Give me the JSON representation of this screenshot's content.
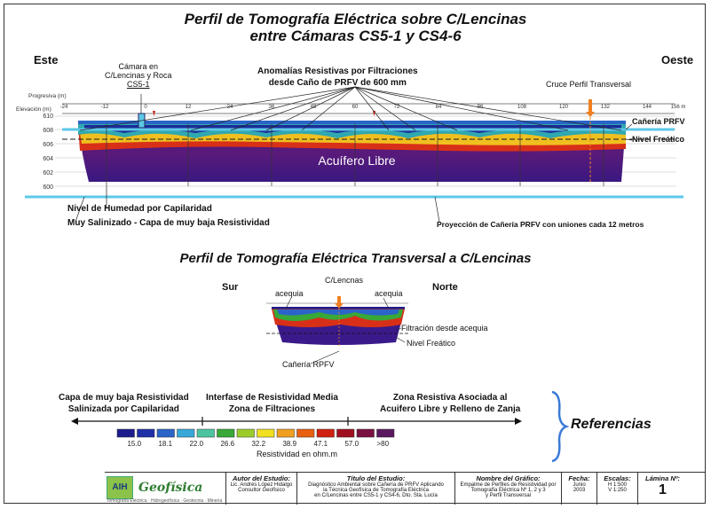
{
  "title": {
    "line1": "Perfil de Tomografía Eléctrica sobre C/Lencinas",
    "line2": "entre Cámaras CS5-1 y CS4-6"
  },
  "profile1": {
    "left_dir": "Este",
    "right_dir": "Oeste",
    "progressive_label": "Progresiva (m)",
    "elevation_label": "Elevación (m)",
    "progressive_ticks": [
      "-24",
      "-12",
      "0",
      "12",
      "24",
      "36",
      "48",
      "60",
      "72",
      "84",
      "96",
      "108",
      "120",
      "132",
      "144",
      "156 m"
    ],
    "elevation_ticks": [
      "610",
      "608",
      "606",
      "604",
      "602",
      "600"
    ],
    "camera_label": [
      "Cámara en",
      "C/Lencinas y Roca",
      "CS5-1"
    ],
    "anomalies_label": [
      "Anomalías Resistivas por Filtraciones",
      "desde Caño de PRFV de 600 mm"
    ],
    "cross_label": "Cruce Perfil Transversal",
    "pipe_label": "Cañería PRFV",
    "water_label": "Nivel Freático",
    "aquifer_label": "Acuífero Libre",
    "capillary_label": "Nivel de Humedad por Capilaridad",
    "salinized_label": "Muy Salinizado - Capa de muy baja Resistividad",
    "projection_label": "Proyección de Cañería PRFV con uniones cada 12 metros"
  },
  "profile2": {
    "title": "Perfil de Tomografía Eléctrica Transversal a C/Lencinas",
    "left_dir": "Sur",
    "right_dir": "Norte",
    "street_label": "C/Lencnas",
    "ditch_left": "acequia",
    "ditch_right": "acequia",
    "filtration_label": "Filtración desde acequia",
    "water_label": "Nivel Freático",
    "pipe_label": "Cañería RPFV"
  },
  "legend": {
    "left_label": [
      "Capa de muy baja Resistividad",
      "Salinizada por Capilaridad"
    ],
    "middle_label": [
      "Interfase de Resistividad Media",
      "Zona de Filtraciones"
    ],
    "right_label": [
      "Zona Resistiva Asociada al",
      "Acuifero Libre y Relleno de Zanja"
    ],
    "references": "Referencias",
    "units": "Resistividad en ohm.m",
    "values": [
      "15.0",
      "18.1",
      "22.0",
      "26.6",
      "32.2",
      "38.9",
      "47.1",
      "57.0",
      ">80"
    ],
    "colors": [
      "#1c1c8c",
      "#1f2fa8",
      "#2a64c8",
      "#37a8d8",
      "#4dc4a0",
      "#38a838",
      "#9ccc2c",
      "#f0e020",
      "#f0a020",
      "#e86010",
      "#d02010",
      "#a01020",
      "#7a1040",
      "#5a1860"
    ]
  },
  "title_block": {
    "author_head": "Autor del Estudio:",
    "author": [
      "Lic. Andrés López Hidalgo",
      "Consultor Geofísico"
    ],
    "study_head": "Título del Estudio:",
    "study": [
      "Diagnóstico Ambiental sobre Cañería de PRFV Aplicando",
      "la Técnica Geofísica de Tomografía Eléctrica",
      "en C/Lencinas entre CS5-1 y CS4-6, Dto. Sta. Lucía"
    ],
    "graphic_head": "Nombre del Gráfico:",
    "graphic": [
      "Empalme de Perfiles de Resistividad por",
      "Tomografía Eléctrica Nº 1, 2 y 3",
      "y Perfil Transversal"
    ],
    "date_head": "Fecha:",
    "date": [
      "Junio",
      "2003"
    ],
    "scale_head": "Escalas:",
    "scale": [
      "H 1:500",
      "V 1:250"
    ],
    "sheet_head": "Lámina Nº:",
    "sheet": "1",
    "logo_abbr": "AIH",
    "logo_name": "Geofísica",
    "logo_sub": "Tomografía Eléctrica · Hidrogeofísica · Geotecnia · Minería"
  }
}
